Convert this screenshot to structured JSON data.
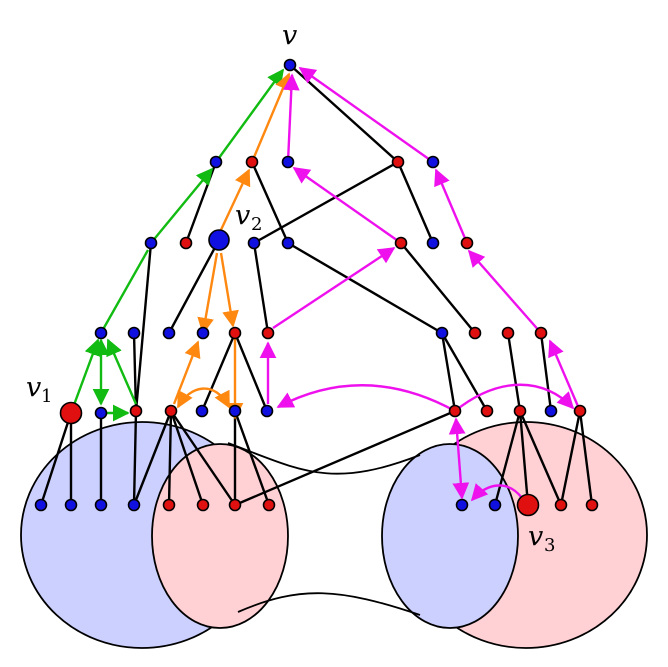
{
  "labels": {
    "v": "v",
    "v1": "v",
    "v1_sub": "1",
    "v2": "v",
    "v2_sub": "2",
    "v3": "v",
    "v3_sub": "3"
  },
  "colors": {
    "blue_node": "#1010e0",
    "red_node": "#e01010",
    "edge_black": "#000000",
    "edge_green": "#11bb11",
    "edge_orange": "#ff8811",
    "edge_magenta": "#ee11ee",
    "region_blue": "#ccd0ff",
    "region_red": "#ffd0d4"
  }
}
